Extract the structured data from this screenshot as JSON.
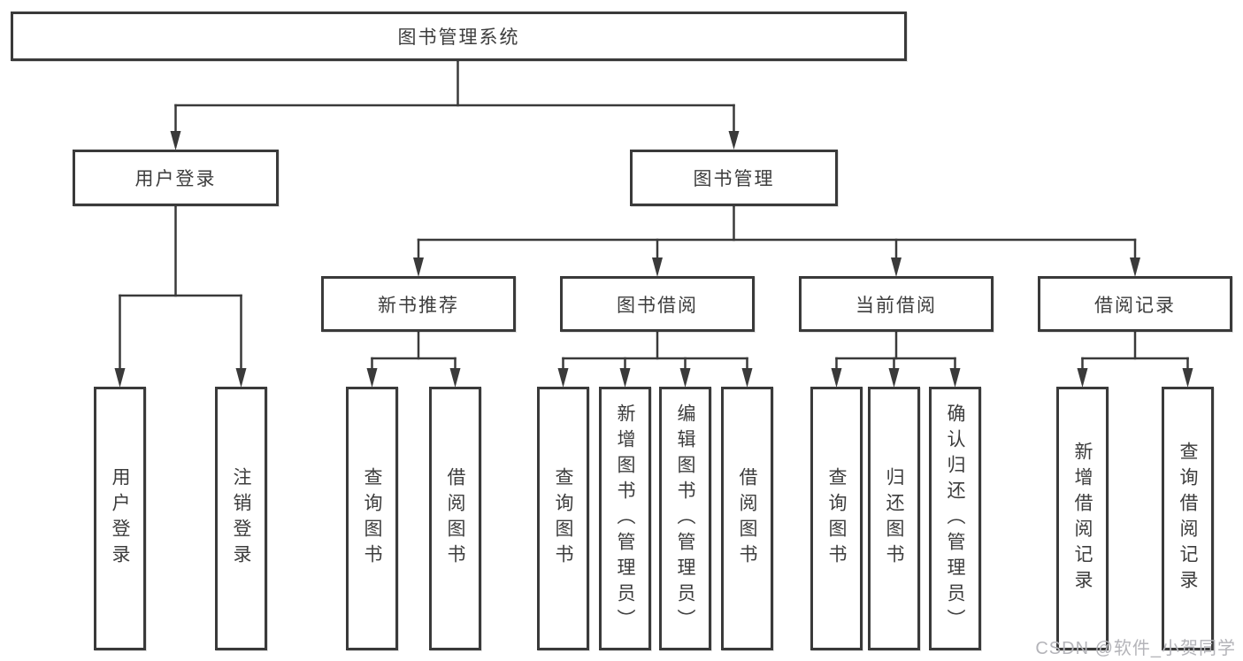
{
  "diagram": {
    "root": {
      "label": "图书管理系统"
    },
    "branches": [
      {
        "label": "用户登录",
        "children": [
          {
            "label": "用户登录"
          },
          {
            "label": "注销登录"
          }
        ]
      },
      {
        "label": "图书管理",
        "children": [
          {
            "label": "新书推荐",
            "children": [
              {
                "label": "查询图书"
              },
              {
                "label": "借阅图书"
              }
            ]
          },
          {
            "label": "图书借阅",
            "children": [
              {
                "label": "查询图书"
              },
              {
                "label": "新增图书（管理员）"
              },
              {
                "label": "编辑图书（管理员）"
              },
              {
                "label": "借阅图书"
              }
            ]
          },
          {
            "label": "当前借阅",
            "children": [
              {
                "label": "查询图书"
              },
              {
                "label": "归还图书"
              },
              {
                "label": "确认归还（管理员）"
              }
            ]
          },
          {
            "label": "借阅记录",
            "children": [
              {
                "label": "新增借阅记录"
              },
              {
                "label": "查询借阅记录"
              }
            ]
          }
        ]
      }
    ]
  },
  "watermark": {
    "text": "CSDN @软件_小贺同学"
  },
  "colors": {
    "line": "#3a3a3a",
    "text": "#3d3d3d",
    "watermark": "#b4b4b9",
    "background": "#ffffff"
  }
}
